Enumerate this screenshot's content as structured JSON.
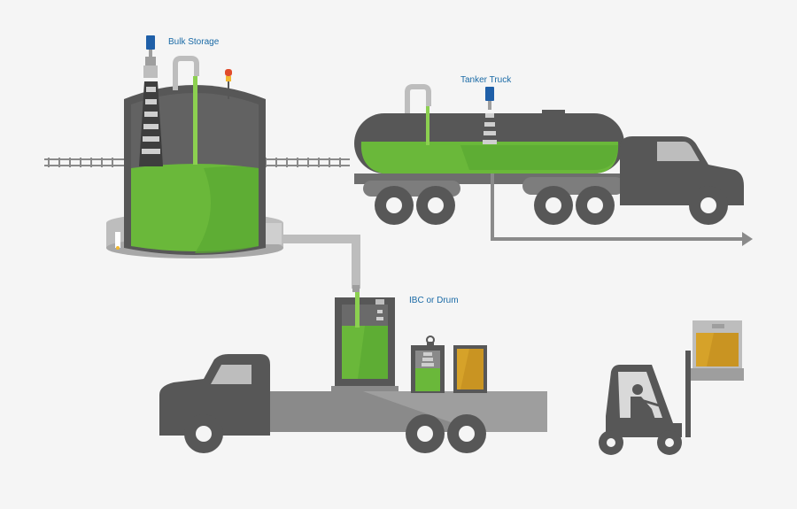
{
  "labels": {
    "bulk_storage": "Bulk Storage",
    "tanker_truck": "Tanker Truck",
    "ibc_or_drum": "IBC or Drum"
  },
  "colors": {
    "background": "#f5f5f5",
    "dark_gray": "#575757",
    "mid_gray": "#8a8a8a",
    "light_gray": "#bdbdbd",
    "liquid_green": "#6ab83a",
    "liquid_green_light": "#8cd050",
    "amber": "#d6a229",
    "sensor_blue": "#1f5fa8",
    "label_blue": "#1a6aa6",
    "beacon_red": "#e04b2b",
    "beacon_yellow": "#f2b830"
  },
  "icons": {
    "level_sensor": "level-sensor-icon",
    "beacon": "warning-beacon-icon",
    "forklift_operator": "forklift-operator-icon"
  }
}
